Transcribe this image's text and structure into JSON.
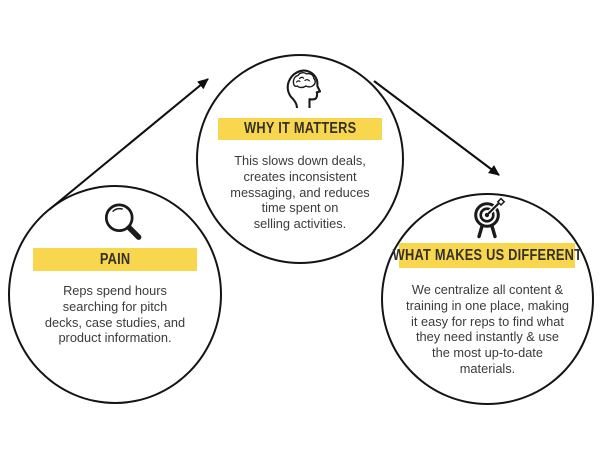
{
  "diagram": {
    "background_color": "#ffffff",
    "stroke_color": "#141414",
    "banner_color": "#F8D74E",
    "banner_text_color": "#33312a",
    "body_text_color": "#3b3b3b",
    "circles": [
      {
        "id": "pain",
        "icon": "magnifier-icon",
        "title": "PAIN",
        "body": "Reps spend hours\nsearching for pitch\ndecks, case studies, and\nproduct information."
      },
      {
        "id": "why-it-matters",
        "icon": "head-brain-icon",
        "title": "WHY IT MATTERS",
        "body": "This slows down deals,\ncreates inconsistent\nmessaging, and reduces\ntime spent on\nselling activities."
      },
      {
        "id": "what-makes-us-different",
        "icon": "target-dart-icon",
        "title": "WHAT MAKES US DIFFERENT",
        "body": "We centralize all content &\ntraining in one place, making\nit easy for reps to find what\nthey need instantly & use\nthe most up-to-date\nmaterials."
      }
    ],
    "arrows": [
      {
        "from": "pain",
        "to": "why-it-matters"
      },
      {
        "from": "why-it-matters",
        "to": "what-makes-us-different"
      }
    ]
  }
}
